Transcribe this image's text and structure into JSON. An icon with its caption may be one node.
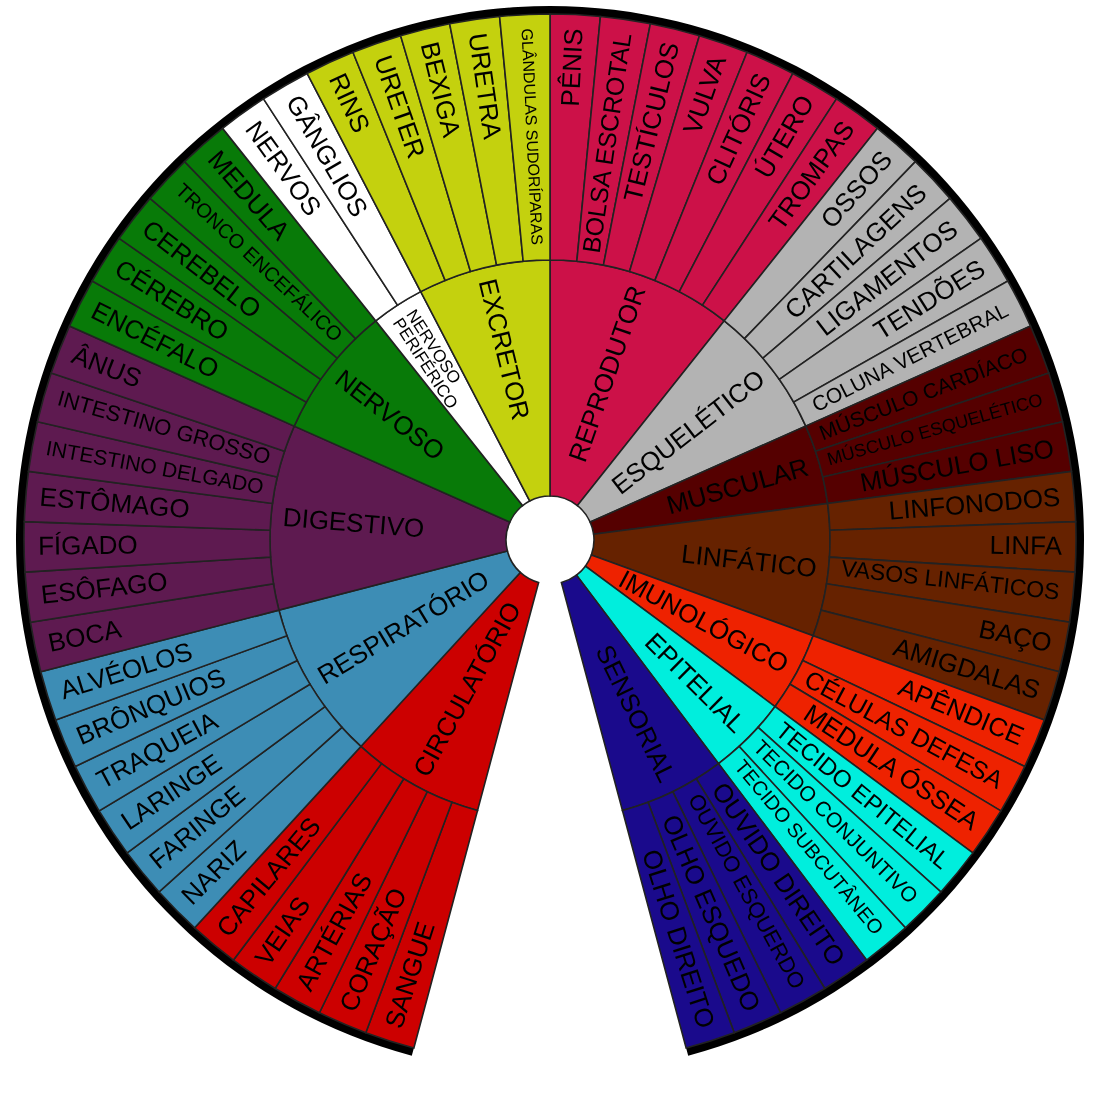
{
  "diagram": {
    "nodes": [
      {
        "text": [
          "REPRODUTOR"
        ]
      },
      {
        "text": [
          "PÊNIS"
        ]
      },
      {
        "text": [
          "BOLSA ESCROTAL"
        ]
      },
      {
        "text": [
          "TESTÍCULOS"
        ]
      },
      {
        "text": [
          "VULVA"
        ]
      },
      {
        "text": [
          "CLITÓRIS"
        ]
      },
      {
        "text": [
          "ÚTERO"
        ]
      },
      {
        "text": [
          "TROMPAS"
        ]
      },
      {
        "text": [
          "ESQUELÉTICO"
        ]
      },
      {
        "text": [
          "OSSOS"
        ]
      },
      {
        "text": [
          "CARTILAGENS"
        ]
      },
      {
        "text": [
          "LIGAMENTOS"
        ]
      },
      {
        "text": [
          "TENDÕES"
        ]
      },
      {
        "text": [
          "COLUNA VERTEBRAL"
        ]
      },
      {
        "text": [
          "MUSCULAR"
        ]
      },
      {
        "text": [
          "MÚSCULO CARDÍACO"
        ]
      },
      {
        "text": [
          "MÚSCULO ESQUELÉTICO"
        ]
      },
      {
        "text": [
          "MÚSCULO LISO"
        ]
      },
      {
        "text": [
          "LINFÁTICO"
        ]
      },
      {
        "text": [
          "LINFONODOS"
        ]
      },
      {
        "text": [
          "LINFA"
        ]
      },
      {
        "text": [
          "VASOS LINFÁTICOS"
        ]
      },
      {
        "text": [
          "BAÇO"
        ]
      },
      {
        "text": [
          "AMIGDALAS"
        ]
      },
      {
        "text": [
          "IMUNOLÓGICO"
        ]
      },
      {
        "text": [
          "APÊNDICE"
        ]
      },
      {
        "text": [
          "CÉLULAS DEFESA"
        ]
      },
      {
        "text": [
          "MEDULA ÓSSEA"
        ]
      },
      {
        "text": [
          "EPITELIAL"
        ]
      },
      {
        "text": [
          "TECIDO EPITELIAL"
        ]
      },
      {
        "text": [
          "TECIDO CONJUNTIVO"
        ]
      },
      {
        "text": [
          "TECIDO SUBCUTÂNEO"
        ]
      },
      {
        "text": [
          "SENSORIAL"
        ]
      },
      {
        "text": [
          "OUVIDO DIREITO"
        ]
      },
      {
        "text": [
          "OUVIDO ESQUERDO"
        ]
      },
      {
        "text": [
          "OLHO ESQUEDO"
        ]
      },
      {
        "text": [
          "OLHO DIREITO"
        ]
      },
      {
        "text": [
          "CIRCULATÓRIO"
        ]
      },
      {
        "text": [
          "SANGUE"
        ]
      },
      {
        "text": [
          "CORAÇÃO"
        ]
      },
      {
        "text": [
          "ARTÉRIAS"
        ]
      },
      {
        "text": [
          "VEIAS"
        ]
      },
      {
        "text": [
          "CAPILARES"
        ]
      },
      {
        "text": [
          "RESPIRATÓRIO"
        ]
      },
      {
        "text": [
          "NARIZ"
        ]
      },
      {
        "text": [
          "FARINGE"
        ]
      },
      {
        "text": [
          "LARINGE"
        ]
      },
      {
        "text": [
          "TRAQUEIA"
        ]
      },
      {
        "text": [
          "BRÔNQUIOS"
        ]
      },
      {
        "text": [
          "ALVÉOLOS"
        ]
      },
      {
        "text": [
          "DIGESTIVO"
        ]
      },
      {
        "text": [
          "BOCA"
        ]
      },
      {
        "text": [
          "ESÔFAGO"
        ]
      },
      {
        "text": [
          "FÍGADO"
        ]
      },
      {
        "text": [
          "ESTÔMAGO"
        ]
      },
      {
        "text": [
          "INTESTINO DELGADO"
        ]
      },
      {
        "text": [
          "INTESTINO GROSSO"
        ]
      },
      {
        "text": [
          "ÂNUS"
        ]
      },
      {
        "text": [
          "NERVOSO"
        ]
      },
      {
        "text": [
          "ENCÉFALO"
        ]
      },
      {
        "text": [
          "CÉREBRO"
        ]
      },
      {
        "text": [
          "CEREBELO"
        ]
      },
      {
        "text": [
          "TRONCO ENCEFÁLICO"
        ]
      },
      {
        "text": [
          "MEDULA"
        ]
      },
      {
        "text": [
          "NERVOSO PERIFÉRICO"
        ]
      },
      {
        "text": [
          "NERVOS"
        ]
      },
      {
        "text": [
          "GÂNGLIOS"
        ]
      },
      {
        "text": [
          "EXCRETOR"
        ]
      },
      {
        "text": [
          "RINS"
        ]
      },
      {
        "text": [
          "URETER"
        ]
      },
      {
        "text": [
          "BEXIGA"
        ]
      },
      {
        "text": [
          "URETRA"
        ]
      },
      {
        "text": [
          "GLÂNDULAS SUDORÍPARAS"
        ]
      }
    ]
  }
}
